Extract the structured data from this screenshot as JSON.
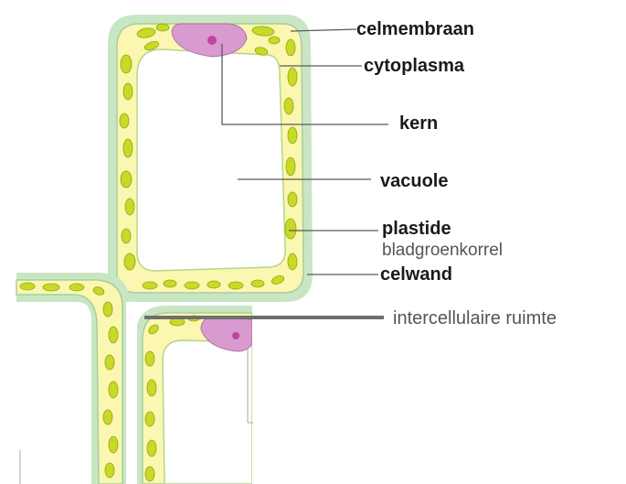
{
  "labels": {
    "celmembraan": "celmembraan",
    "cytoplasma": "cytoplasma",
    "kern": "kern",
    "vacuole": "vacuole",
    "plastide": "plastide",
    "bladgroenkorrel": "bladgroenkorrel",
    "celwand": "celwand",
    "intercellulaire_ruimte": "intercellulaire ruimte"
  },
  "colors": {
    "cell_wall": "#c9e6c4",
    "cytoplasm": "#fbf6b0",
    "chloroplast": "#c8d927",
    "chloroplast_edge": "#8fa615",
    "nucleus": "#d99ad0",
    "nucleolus": "#c0449f",
    "vacuole": "#ffffff",
    "leader_line": "#5a5a5a",
    "label_text": "#1a1a1a",
    "added_label_text": "#555555"
  }
}
